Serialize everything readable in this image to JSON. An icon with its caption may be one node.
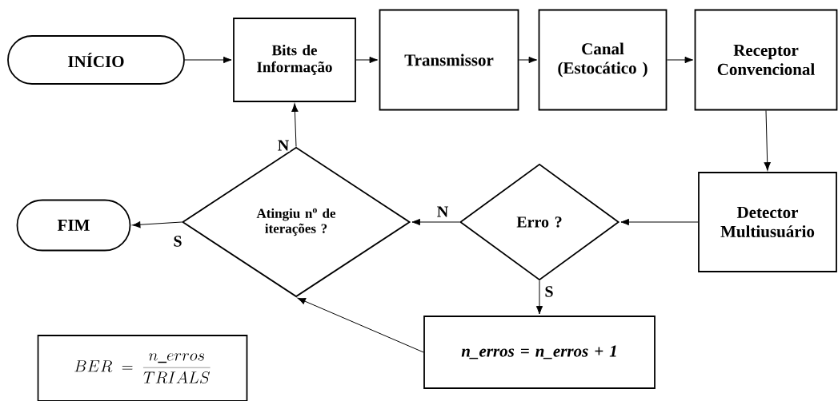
{
  "diagram": {
    "nodes": [
      {
        "text": [
          "INÍCIO"
        ]
      },
      {
        "text": [
          "Bits de Informação"
        ]
      },
      {
        "text": [
          "Transmissor"
        ]
      },
      {
        "text": [
          "Canal (Estocático )"
        ]
      },
      {
        "text": [
          "Receptor Convencional"
        ]
      },
      {
        "text": [
          "Detector Multiusuário"
        ]
      },
      {
        "text": [
          "Erro ?"
        ]
      },
      {
        "text": [
          "Atingiu n$^{o}$ de iterações ?"
        ]
      },
      {
        "text": [
          "FIM"
        ]
      },
      {
        "text": [
          "n_erros = n_erros + 1"
        ]
      },
      {
        "text": [
          "BER = \\frac{n\\_erros}{TRIALS}"
        ]
      }
    ],
    "edges": [
      {
        "from": 0,
        "to": 1,
        "arrow": "to"
      },
      {
        "from": 1,
        "to": 2,
        "arrow": "to"
      },
      {
        "from": 2,
        "to": 3,
        "arrow": "to"
      },
      {
        "from": 3,
        "to": 4,
        "arrow": "to"
      },
      {
        "from": 4,
        "to": 5,
        "arrow": "to"
      },
      {
        "from": 5,
        "to": 6,
        "arrow": "to"
      },
      {
        "from": 6,
        "to": 7,
        "arrow": "to",
        "label": "N"
      },
      {
        "from": 6,
        "to": 9,
        "arrow": "to",
        "label": "S"
      },
      {
        "from": 9,
        "to": 7,
        "arrow": "to"
      },
      {
        "from": 7,
        "to": 1,
        "arrow": "to",
        "label": "N"
      },
      {
        "from": 7,
        "to": 8,
        "arrow": "to",
        "label": "S"
      }
    ]
  }
}
